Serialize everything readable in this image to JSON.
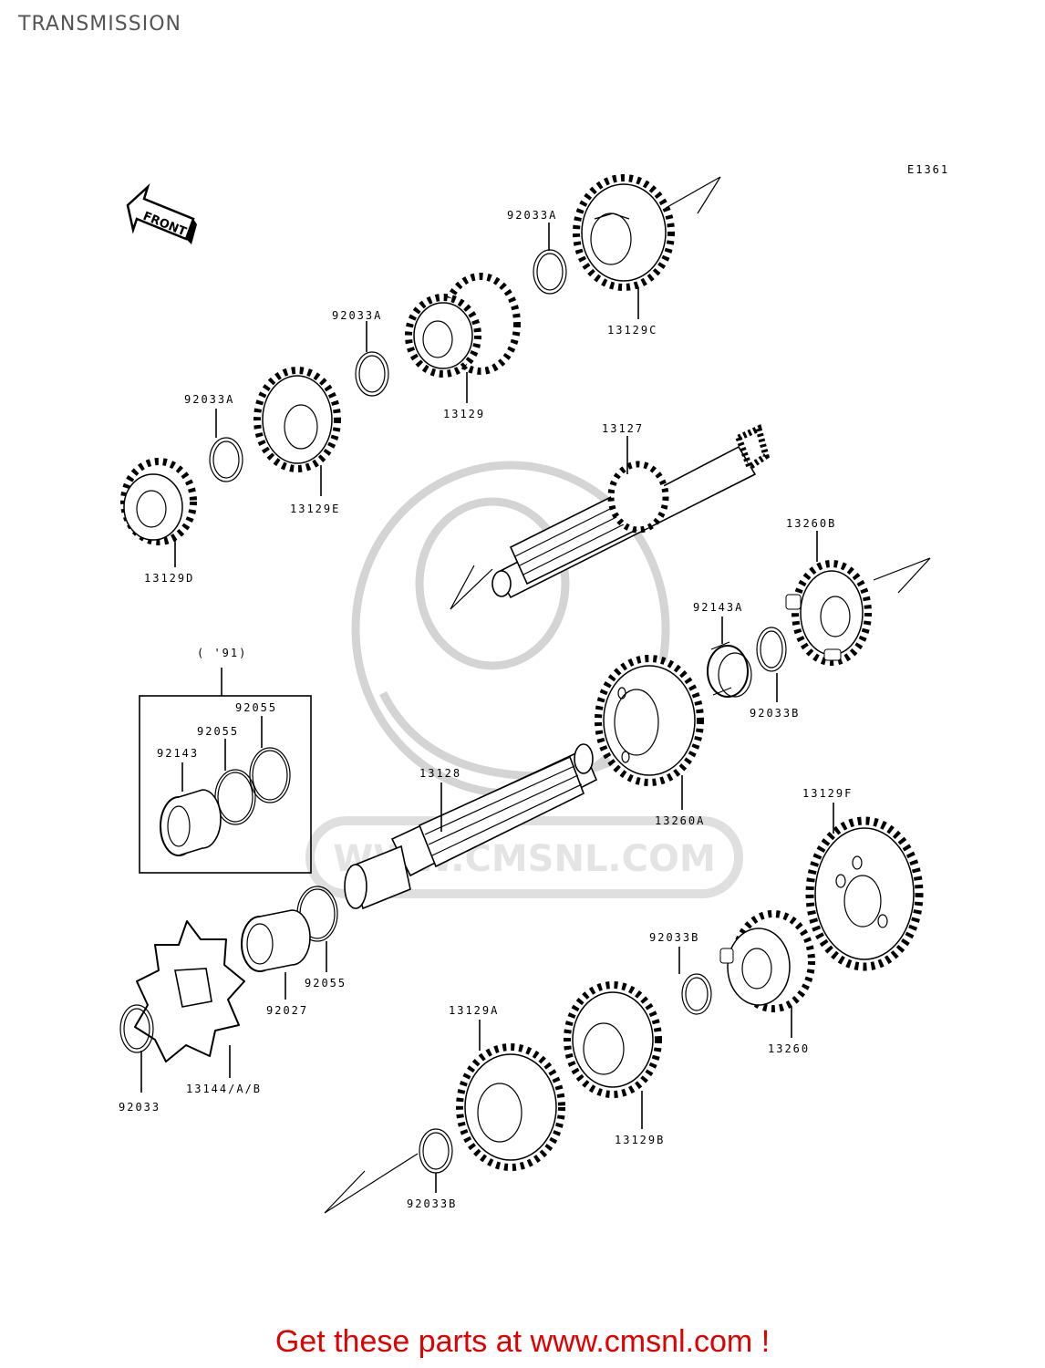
{
  "title": "TRANSMISSION",
  "diagram_code": "E1361",
  "front_label": "FRONT",
  "watermark": "WWW.CMSNL.COM",
  "inset_label": "( '91)",
  "parts": {
    "p92033A_1": "92033A",
    "p92033A_2": "92033A",
    "p92033A_3": "92033A",
    "p13129C": "13129C",
    "p13129": "13129",
    "p13129E": "13129E",
    "p13129D": "13129D",
    "p13127": "13127",
    "p13260B": "13260B",
    "p92143A": "92143A",
    "p92033B_1": "92033B",
    "p13260A": "13260A",
    "p13128": "13128",
    "p92055_inset1": "92055",
    "p92055_inset2": "92055",
    "p92143": "92143",
    "p92055": "92055",
    "p92027": "92027",
    "p92033": "92033",
    "p13144": "13144/A/B",
    "p13129A": "13129A",
    "p13129B": "13129B",
    "p92033B_2": "92033B",
    "p92033B_3": "92033B",
    "p13260": "13260",
    "p13129F": "13129F"
  },
  "footer": "Get these parts at www.cmsnl.com !"
}
